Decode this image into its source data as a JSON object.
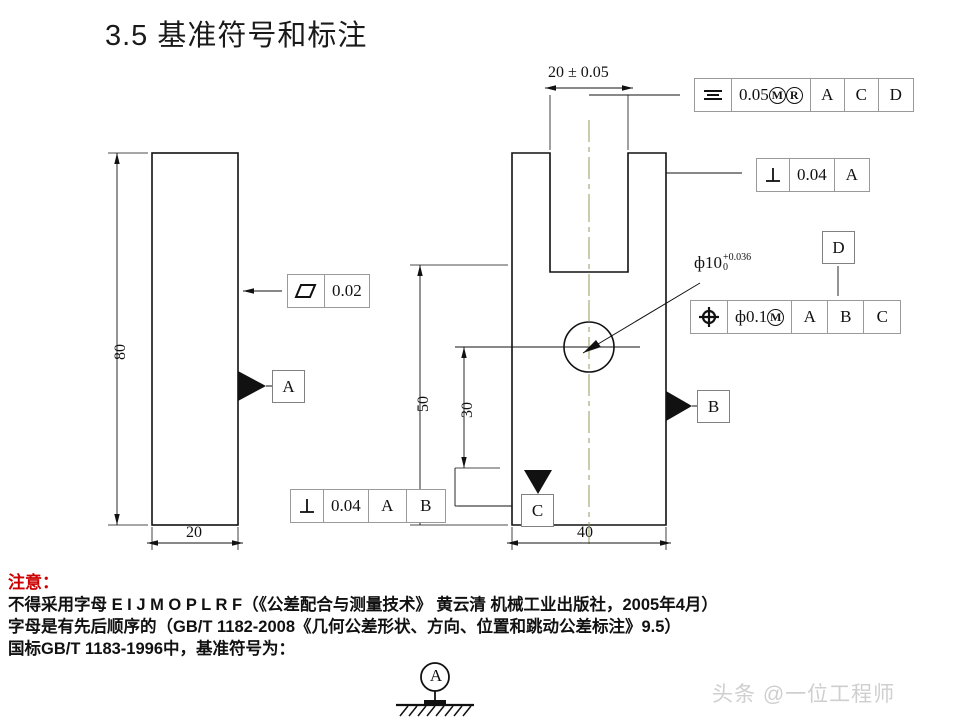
{
  "page": {
    "title": "3.5  基准符号和标注"
  },
  "drawing": {
    "dimensions": {
      "left_height": "80",
      "left_width": "20",
      "slot_width": "20 ± 0.05",
      "block_height": "50",
      "hole_height": "30",
      "block_width": "40",
      "hole_callout": {
        "base": "ф10",
        "upper": "+0.036",
        "lower": "0"
      }
    },
    "datums": [
      {
        "id": "datum-a",
        "label": "A"
      },
      {
        "id": "datum-b",
        "label": "B"
      },
      {
        "id": "datum-c",
        "label": "C"
      },
      {
        "id": "datum-d",
        "label": "D"
      }
    ],
    "feature_control_frames": [
      {
        "id": "fcf-symmetry",
        "symbol": "symmetry-icon",
        "tolerance": "0.05",
        "modifiers": [
          "M",
          "R"
        ],
        "datum_refs": [
          "A",
          "C",
          "D"
        ]
      },
      {
        "id": "fcf-perpendicularity-top",
        "symbol": "perpendicularity-icon",
        "tolerance": "0.04",
        "modifiers": [],
        "datum_refs": [
          "A"
        ]
      },
      {
        "id": "fcf-position",
        "symbol": "position-icon",
        "tolerance": "ф0.1",
        "modifiers": [
          "M"
        ],
        "datum_refs": [
          "A",
          "B",
          "C"
        ]
      },
      {
        "id": "fcf-parallelogram",
        "symbol": "parallelogram-icon",
        "tolerance": "0.02",
        "modifiers": [],
        "datum_refs": []
      },
      {
        "id": "fcf-perpendicularity-bottom",
        "symbol": "perpendicularity-icon",
        "tolerance": "0.04",
        "modifiers": [],
        "datum_refs": [
          "A",
          "B"
        ]
      }
    ]
  },
  "notes": {
    "heading": "注意：",
    "line1": "不得采用字母 E I J M O P L R F（《公差配合与测量技术》 黄云清  机械工业出版社，2005年4月）",
    "line2": "字母是有先后顺序的（GB/T 1182-2008《几何公差形状、方向、位置和跳动公差标注》9.5）",
    "line3": "国标GB/T 1183-1996中，基准符号为：",
    "datum_symbol_letter": "A"
  },
  "watermark": {
    "text": "头条 @一位工程师"
  }
}
